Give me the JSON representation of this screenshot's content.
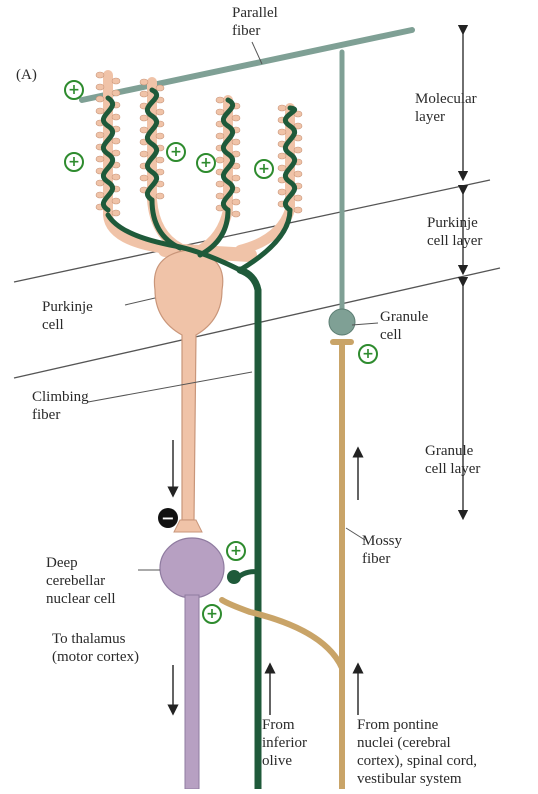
{
  "panel_label": "(A)",
  "labels": {
    "parallel_fiber": "Parallel\nfiber",
    "molecular_layer": "Molecular\nlayer",
    "purkinje_cell_layer": "Purkinje\ncell layer",
    "granule_cell_layer": "Granule\ncell layer",
    "purkinje_cell": "Purkinje\ncell",
    "granule_cell": "Granule\ncell",
    "climbing_fiber": "Climbing\nfiber",
    "mossy_fiber": "Mossy\nfiber",
    "deep_cerebellar_nuclear_cell": "Deep\ncerebellar\nnuclear cell",
    "to_thalamus": "To thalamus\n(motor cortex)",
    "from_inferior_olive": "From\ninferior\nolive",
    "from_pontine_nuclei": "From pontine\nnuclei (cerebral\ncortex), spinal cord,\nvestibular system"
  },
  "signs": {
    "plus": "+",
    "minus": "−"
  },
  "colors": {
    "purkinje": "#f0c3a8",
    "purkinje_outline": "#c9967a",
    "climbing_fiber": "#1f5a3a",
    "parallel_fiber": "#7fa095",
    "granule_cell": "#7fa095",
    "mossy_fiber": "#c9a468",
    "deep_nuclear_cell": "#b7a0c2",
    "layer_line": "#555555",
    "plus_sign": "#2e8b2e",
    "minus_sign": "#111111"
  }
}
